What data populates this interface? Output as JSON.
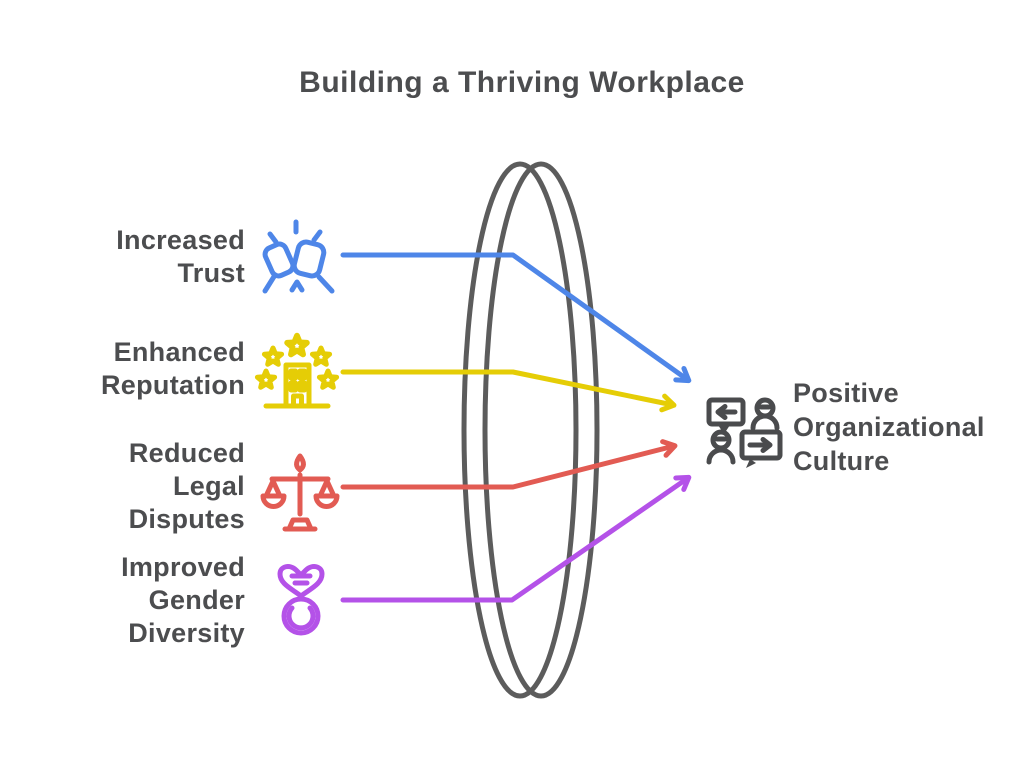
{
  "title": "Building a Thriving Workplace",
  "colors": {
    "background": "#ffffff",
    "text": "#4c4d4f",
    "blue": "#4e86e8",
    "yellow": "#e5cd06",
    "red": "#e25b53",
    "purple": "#b452e8",
    "lens": "#5c5c5c",
    "icon_dark": "#4a4b4d"
  },
  "factors": [
    {
      "label": "Increased Trust",
      "line1": "Increased",
      "line2": "Trust",
      "icon": "fist-bump-icon",
      "color": "#4e86e8"
    },
    {
      "label": "Enhanced Reputation",
      "line1": "Enhanced",
      "line2": "Reputation",
      "icon": "building-stars-icon",
      "color": "#e5cd06"
    },
    {
      "label": "Reduced Legal Disputes",
      "line1": "Reduced",
      "line2": "Legal",
      "line3": "Disputes",
      "icon": "justice-scales-icon",
      "color": "#e25b53"
    },
    {
      "label": "Improved Gender Diversity",
      "line1": "Improved",
      "line2": "Gender",
      "line3": "Diversity",
      "icon": "heart-ring-icon",
      "color": "#b452e8"
    }
  ],
  "outcome": {
    "label": "Positive Organizational Culture",
    "line1": "Positive",
    "line2": "Organizational",
    "line3": "Culture",
    "icon": "people-conversation-icon"
  },
  "lens": {
    "shape": "double-ellipse-funnel"
  }
}
